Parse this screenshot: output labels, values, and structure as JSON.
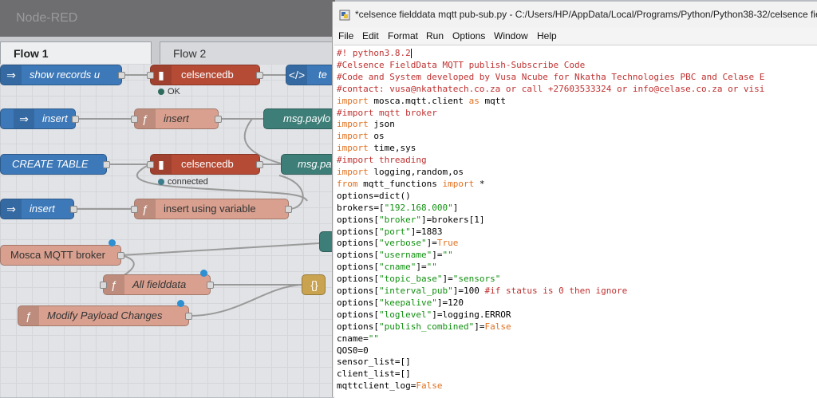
{
  "nodered": {
    "logo": "Node-RED",
    "tabs": [
      {
        "label": "Flow 1"
      },
      {
        "label": "Flow 2"
      }
    ],
    "nodes": {
      "show_records": "show records u",
      "celsencedb_1": "celsencedb",
      "template_short": "te",
      "insert_inject": "insert",
      "insert_function": "insert",
      "msg_payload_1": "msg.paylo",
      "create_table": "CREATE TABLE",
      "celsencedb_2": "celsencedb",
      "msg_payload_2": "msg.pa",
      "insert_inject_2": "insert",
      "insert_using_variable": "insert using variable",
      "mosca": "Mosca MQTT broker",
      "all_fielddata": "All fielddata",
      "modify_payload": "Modify Payload Changes"
    },
    "status": {
      "ok": "OK",
      "connected": "connected"
    }
  },
  "idle": {
    "title": "*celsence fielddata mqtt pub-sub.py - C:/Users/HP/AppData/Local/Programs/Python/Python38-32/celsence fielddata",
    "menu": [
      "File",
      "Edit",
      "Format",
      "Run",
      "Options",
      "Window",
      "Help"
    ],
    "code_lines": [
      {
        "text": "#! python3.8.2",
        "style": "c",
        "cursor": true
      },
      {
        "text": "#Celsence FieldData MQTT publish-Subscribe Code",
        "style": "c"
      },
      {
        "text": "#Code and System developed by Vusa Ncube for Nkatha Technologies PBC and Celase E",
        "style": "c"
      },
      {
        "text": "#contact: vusa@nkathatech.co.za or call +27603533324 or info@celase.co.za or visi",
        "style": "c"
      },
      {
        "parts": [
          {
            "t": "import",
            "s": "k"
          },
          {
            "t": " mosca.mqtt.client ",
            "s": ""
          },
          {
            "t": "as",
            "s": "k"
          },
          {
            "t": " mqtt",
            "s": ""
          }
        ]
      },
      {
        "text": "#import mqtt broker",
        "style": "c"
      },
      {
        "parts": [
          {
            "t": "import",
            "s": "k"
          },
          {
            "t": " json",
            "s": ""
          }
        ]
      },
      {
        "parts": [
          {
            "t": "import",
            "s": "k"
          },
          {
            "t": " os",
            "s": ""
          }
        ]
      },
      {
        "parts": [
          {
            "t": "import",
            "s": "k"
          },
          {
            "t": " time,sys",
            "s": ""
          }
        ]
      },
      {
        "text": "#import threading",
        "style": "c"
      },
      {
        "parts": [
          {
            "t": "import",
            "s": "k"
          },
          {
            "t": " logging,random,os",
            "s": ""
          }
        ]
      },
      {
        "parts": [
          {
            "t": "from",
            "s": "k"
          },
          {
            "t": " mqtt_functions ",
            "s": ""
          },
          {
            "t": "import",
            "s": "k"
          },
          {
            "t": " *",
            "s": ""
          }
        ]
      },
      {
        "parts": [
          {
            "t": "options=dict()",
            "s": ""
          }
        ]
      },
      {
        "parts": [
          {
            "t": "brokers=[",
            "s": ""
          },
          {
            "t": "\"192.168.000\"",
            "s": "s"
          },
          {
            "t": "]",
            "s": ""
          }
        ]
      },
      {
        "parts": [
          {
            "t": "options[",
            "s": ""
          },
          {
            "t": "\"broker\"",
            "s": "s"
          },
          {
            "t": "]=brokers[1]",
            "s": ""
          }
        ]
      },
      {
        "parts": [
          {
            "t": "options[",
            "s": ""
          },
          {
            "t": "\"port\"",
            "s": "s"
          },
          {
            "t": "]=1883",
            "s": ""
          }
        ]
      },
      {
        "parts": [
          {
            "t": "options[",
            "s": ""
          },
          {
            "t": "\"verbose\"",
            "s": "s"
          },
          {
            "t": "]=",
            "s": ""
          },
          {
            "t": "True",
            "s": "k"
          }
        ]
      },
      {
        "parts": [
          {
            "t": "options[",
            "s": ""
          },
          {
            "t": "\"username\"",
            "s": "s"
          },
          {
            "t": "]=",
            "s": ""
          },
          {
            "t": "\"\"",
            "s": "s"
          }
        ]
      },
      {
        "parts": [
          {
            "t": "options[",
            "s": ""
          },
          {
            "t": "\"cname\"",
            "s": "s"
          },
          {
            "t": "]=",
            "s": ""
          },
          {
            "t": "\"\"",
            "s": "s"
          }
        ]
      },
      {
        "parts": [
          {
            "t": "options[",
            "s": ""
          },
          {
            "t": "\"topic_base\"",
            "s": "s"
          },
          {
            "t": "]=",
            "s": ""
          },
          {
            "t": "\"sensors\"",
            "s": "s"
          }
        ]
      },
      {
        "parts": [
          {
            "t": "options[",
            "s": ""
          },
          {
            "t": "\"interval_pub\"",
            "s": "s"
          },
          {
            "t": "]=100 ",
            "s": ""
          },
          {
            "t": "#if status is 0 then ignore",
            "s": "c"
          }
        ]
      },
      {
        "parts": [
          {
            "t": "options[",
            "s": ""
          },
          {
            "t": "\"keepalive\"",
            "s": "s"
          },
          {
            "t": "]=120",
            "s": ""
          }
        ]
      },
      {
        "parts": [
          {
            "t": "options[",
            "s": ""
          },
          {
            "t": "\"loglevel\"",
            "s": "s"
          },
          {
            "t": "]=logging.ERROR",
            "s": ""
          }
        ]
      },
      {
        "parts": [
          {
            "t": "options[",
            "s": ""
          },
          {
            "t": "\"publish_combined\"",
            "s": "s"
          },
          {
            "t": "]=",
            "s": ""
          },
          {
            "t": "False",
            "s": "k"
          }
        ]
      },
      {
        "parts": [
          {
            "t": "cname=",
            "s": ""
          },
          {
            "t": "\"\"",
            "s": "s"
          }
        ]
      },
      {
        "parts": [
          {
            "t": "QOS0=0",
            "s": ""
          }
        ]
      },
      {
        "parts": [
          {
            "t": "sensor_list=[]",
            "s": ""
          }
        ]
      },
      {
        "parts": [
          {
            "t": "client_list=[]",
            "s": ""
          }
        ]
      },
      {
        "parts": [
          {
            "t": "mqttclient_log=",
            "s": ""
          },
          {
            "t": "False",
            "s": "k"
          }
        ]
      }
    ]
  }
}
